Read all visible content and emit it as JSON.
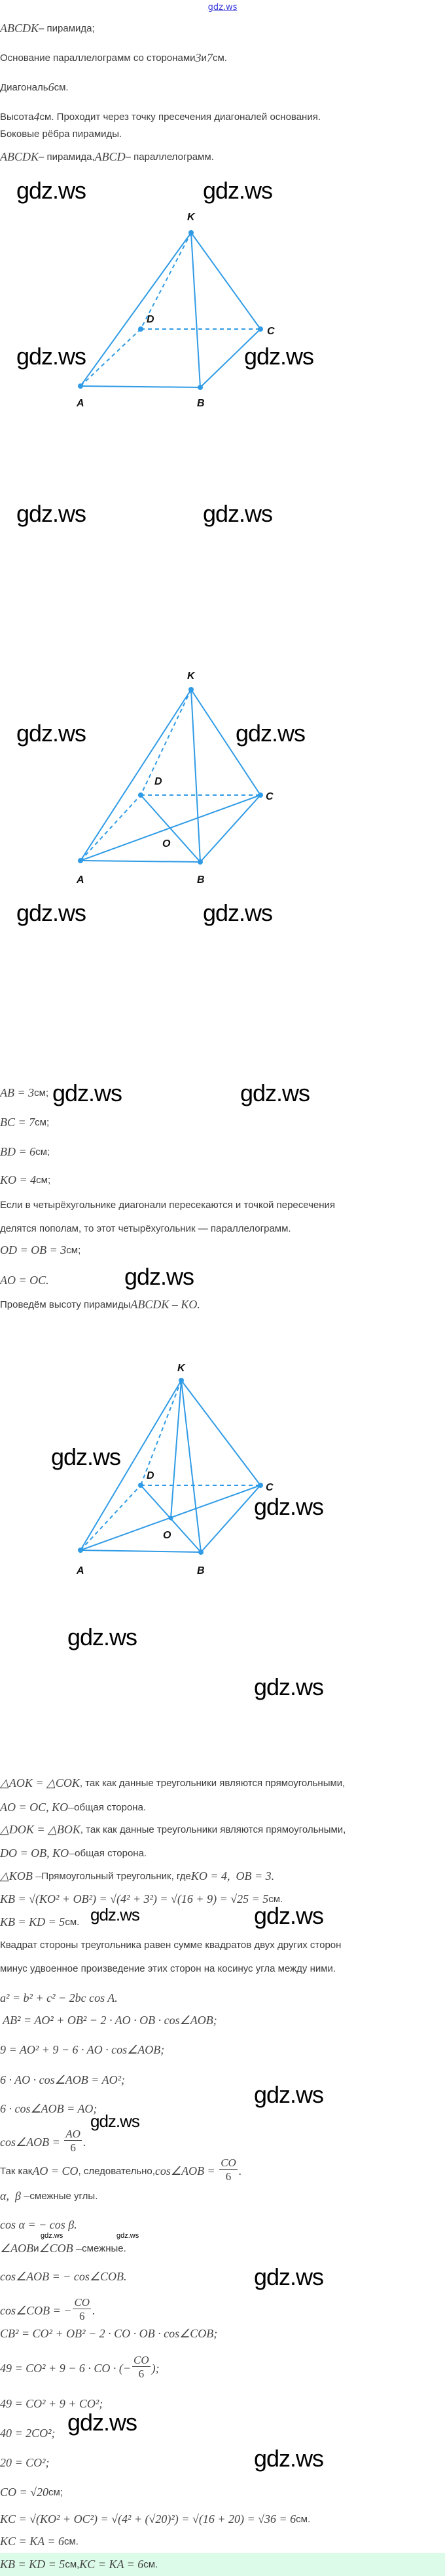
{
  "header": {
    "site_link": "gdz.ws"
  },
  "watermark_text": "gdz.ws",
  "colors": {
    "figure": "#2f9be6",
    "answer_bg": "#dcfbe9",
    "link": "#3a3ad8"
  },
  "figure_labels": {
    "K": "K",
    "A": "A",
    "B": "B",
    "C": "C",
    "D": "D",
    "O": "O"
  },
  "lines": [
    [
      {
        "m": "ABCDK"
      },
      {
        "t": " – пирамида;"
      }
    ],
    [
      {
        "t": "Основание параллелограмм со сторонами "
      },
      {
        "m": "3"
      },
      {
        "t": " и "
      },
      {
        "m": "7"
      },
      {
        "t": " см."
      }
    ],
    [
      {
        "t": "Диагональ "
      },
      {
        "m": "6"
      },
      {
        "t": " см."
      }
    ],
    [
      {
        "t": "Высота "
      },
      {
        "m": "4"
      },
      {
        "t": " см. Проходит через точку пресечения диагоналей основания."
      }
    ],
    [
      {
        "t": "Боковые рёбра пирамиды."
      }
    ],
    [
      {
        "m": "ABCDK"
      },
      {
        "t": " – пирамида, "
      },
      {
        "m": "ABCD"
      },
      {
        "t": " – параллелограмм."
      }
    ],
    [
      {
        "m": "AB = 3"
      },
      {
        "t": " см;"
      }
    ],
    [
      {
        "m": "BC = 7"
      },
      {
        "t": " см;"
      }
    ],
    [
      {
        "m": "BD = 6"
      },
      {
        "t": " см;"
      }
    ],
    [
      {
        "m": "KO = 4"
      },
      {
        "t": " см;"
      }
    ],
    [
      {
        "t": "Если в четырёхугольнике диагонали пересекаются и точкой пересечения"
      }
    ],
    [
      {
        "t": "делятся пополам, то этот четырёхугольник — параллелограмм."
      }
    ],
    [
      {
        "m": "OD = OB = 3"
      },
      {
        "t": " см;"
      }
    ],
    [
      {
        "m": "AO = OC."
      }
    ],
    [
      {
        "t": "Проведём высоту пирамиды "
      },
      {
        "m": "ABCDK – KO."
      }
    ],
    [
      {
        "m": "△AOK = △COK"
      },
      {
        "t": ", так как данные треугольники являются прямоугольными,"
      }
    ],
    [
      {
        "m": "AO = OC, KO–"
      },
      {
        "t": "общая сторона."
      }
    ],
    [
      {
        "m": "△DOK = △BOK"
      },
      {
        "t": ", так как данные треугольники являются прямоугольными,"
      }
    ],
    [
      {
        "m": "DO = OB, KO–"
      },
      {
        "t": "общая сторона."
      }
    ],
    [
      {
        "m": "△KOB –"
      },
      {
        "t": " Прямоугольный треугольник, где "
      },
      {
        "m": "KO = 4,  OB = 3."
      }
    ],
    [
      {
        "m": "KB = √(KO² + OB²) = √(4² + 3²) = √(16 + 9) = √25 = 5"
      },
      {
        "t": " см."
      }
    ],
    [
      {
        "m": "KB = KD = 5"
      },
      {
        "t": "см."
      }
    ],
    [
      {
        "t": "Квадрат стороны треугольника равен сумме квадратов двух других сторон"
      }
    ],
    [
      {
        "t": "минус удвоенное произведение этих сторон на косинус угла между ними."
      }
    ],
    [
      {
        "m": "a² = b² + c² − 2bc cos A."
      }
    ],
    [
      {
        "m": " AB² = AO² + OB² − 2 · AO · OB · cos∠AOB;"
      }
    ],
    [
      {
        "m": "9 = AO² + 9 − 6 · AO · cos∠AOB;"
      }
    ],
    [
      {
        "m": "6 · AO · cos∠AOB = AO²;"
      }
    ],
    [
      {
        "m": "6 · cos∠AOB = AO;"
      }
    ],
    [
      {
        "m": "cos∠AOB = "
      },
      {
        "f": [
          "AO",
          "6"
        ]
      },
      {
        "m": "."
      }
    ],
    [
      {
        "t": "Так как "
      },
      {
        "m": "AO = CO"
      },
      {
        "t": ", следовательно, "
      },
      {
        "m": "cos∠AOB = "
      },
      {
        "f": [
          "CO",
          "6"
        ]
      },
      {
        "m": "."
      }
    ],
    [
      {
        "m": "α,  β –"
      },
      {
        "t": " смежные углы."
      }
    ],
    [
      {
        "m": "cos α = − cos β."
      }
    ],
    [
      {
        "m": "∠AOB"
      },
      {
        "t": " и "
      },
      {
        "m": "∠COB –"
      },
      {
        "t": " смежные."
      }
    ],
    [
      {
        "m": "cos∠AOB = − cos∠COB."
      }
    ],
    [
      {
        "m": "cos∠COB = −"
      },
      {
        "f": [
          "CO",
          "6"
        ]
      },
      {
        "m": "."
      }
    ],
    [
      {
        "m": "CB² = CO² + OB² − 2 · CO · OB · cos∠COB;"
      }
    ],
    [
      {
        "m": "49 = CO² + 9 − 6 · CO · (−"
      },
      {
        "f": [
          "CO",
          "6"
        ]
      },
      {
        "m": ");"
      }
    ],
    [
      {
        "m": "49 = CO² + 9 + CO²;"
      }
    ],
    [
      {
        "m": "40 = 2CO²;"
      }
    ],
    [
      {
        "m": "20 = CO²;"
      }
    ],
    [
      {
        "m": "CO = √20"
      },
      {
        "t": " см;"
      }
    ],
    [
      {
        "m": "KC = √(KO² + OC²) = √(4² + (√20)²) = √(16 + 20) = √36 = 6"
      },
      {
        "t": " см."
      }
    ],
    [
      {
        "m": "KC = KA = 6"
      },
      {
        "t": " см."
      }
    ],
    [
      {
        "m": "KB = KD = 5"
      },
      {
        "t": "см, "
      },
      {
        "m": "KC = KA = 6"
      },
      {
        "t": " см."
      }
    ]
  ]
}
